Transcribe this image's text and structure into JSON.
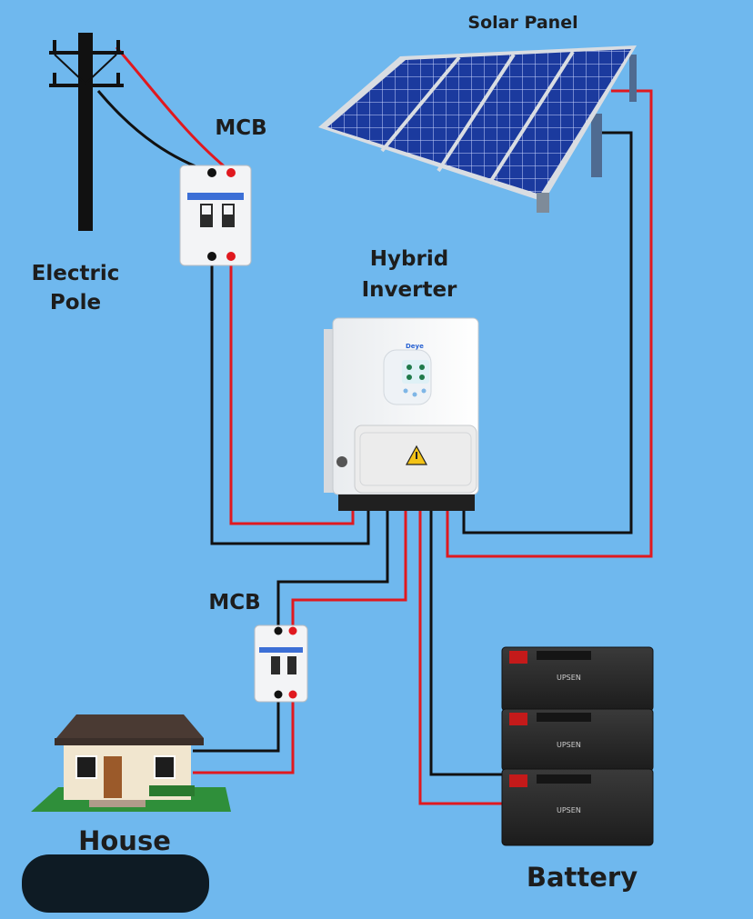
{
  "labels": {
    "solar_panel": "Solar Panel",
    "mcb_top": "MCB",
    "electric_pole_line1": "Electric",
    "electric_pole_line2": "Pole",
    "hybrid_inverter_line1": "Hybrid",
    "hybrid_inverter_line2": "Inverter",
    "mcb_bottom": "MCB",
    "house": "House",
    "battery": "Battery"
  },
  "brands": {
    "inverter": "Deye",
    "battery": "UPSEN"
  },
  "colors": {
    "background": "#6fb8ee",
    "wire_live": "#e0191f",
    "wire_neutral": "#111111",
    "panel_cell": "#17308a",
    "battery_body": "#2b2b2b"
  },
  "icons": {
    "warning": "warning-triangle-icon"
  }
}
